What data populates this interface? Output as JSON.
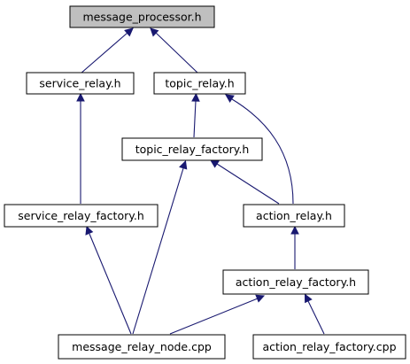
{
  "graph": {
    "nodes": [
      {
        "id": "message_processor_h",
        "label": "message_processor.h",
        "highlighted": true
      },
      {
        "id": "service_relay_h",
        "label": "service_relay.h",
        "highlighted": false
      },
      {
        "id": "topic_relay_h",
        "label": "topic_relay.h",
        "highlighted": false
      },
      {
        "id": "topic_relay_factory_h",
        "label": "topic_relay_factory.h",
        "highlighted": false
      },
      {
        "id": "service_relay_factory_h",
        "label": "service_relay_factory.h",
        "highlighted": false
      },
      {
        "id": "action_relay_h",
        "label": "action_relay.h",
        "highlighted": false
      },
      {
        "id": "action_relay_factory_h",
        "label": "action_relay_factory.h",
        "highlighted": false
      },
      {
        "id": "message_relay_node_cpp",
        "label": "message_relay_node.cpp",
        "highlighted": false
      },
      {
        "id": "action_relay_factory_cpp",
        "label": "action_relay_factory.cpp",
        "highlighted": false
      }
    ],
    "edges": [
      {
        "from": "service_relay_h",
        "to": "message_processor_h"
      },
      {
        "from": "topic_relay_h",
        "to": "message_processor_h"
      },
      {
        "from": "service_relay_factory_h",
        "to": "service_relay_h"
      },
      {
        "from": "topic_relay_factory_h",
        "to": "topic_relay_h"
      },
      {
        "from": "action_relay_h",
        "to": "topic_relay_h"
      },
      {
        "from": "action_relay_h",
        "to": "topic_relay_factory_h"
      },
      {
        "from": "message_relay_node_cpp",
        "to": "topic_relay_factory_h"
      },
      {
        "from": "message_relay_node_cpp",
        "to": "service_relay_factory_h"
      },
      {
        "from": "action_relay_factory_h",
        "to": "action_relay_h"
      },
      {
        "from": "message_relay_node_cpp",
        "to": "action_relay_factory_h"
      },
      {
        "from": "action_relay_factory_cpp",
        "to": "action_relay_factory_h"
      }
    ],
    "colors": {
      "edge": "#191970",
      "root_fill": "#bfbfbf",
      "node_fill": "#ffffff",
      "node_border": "#000000"
    }
  }
}
